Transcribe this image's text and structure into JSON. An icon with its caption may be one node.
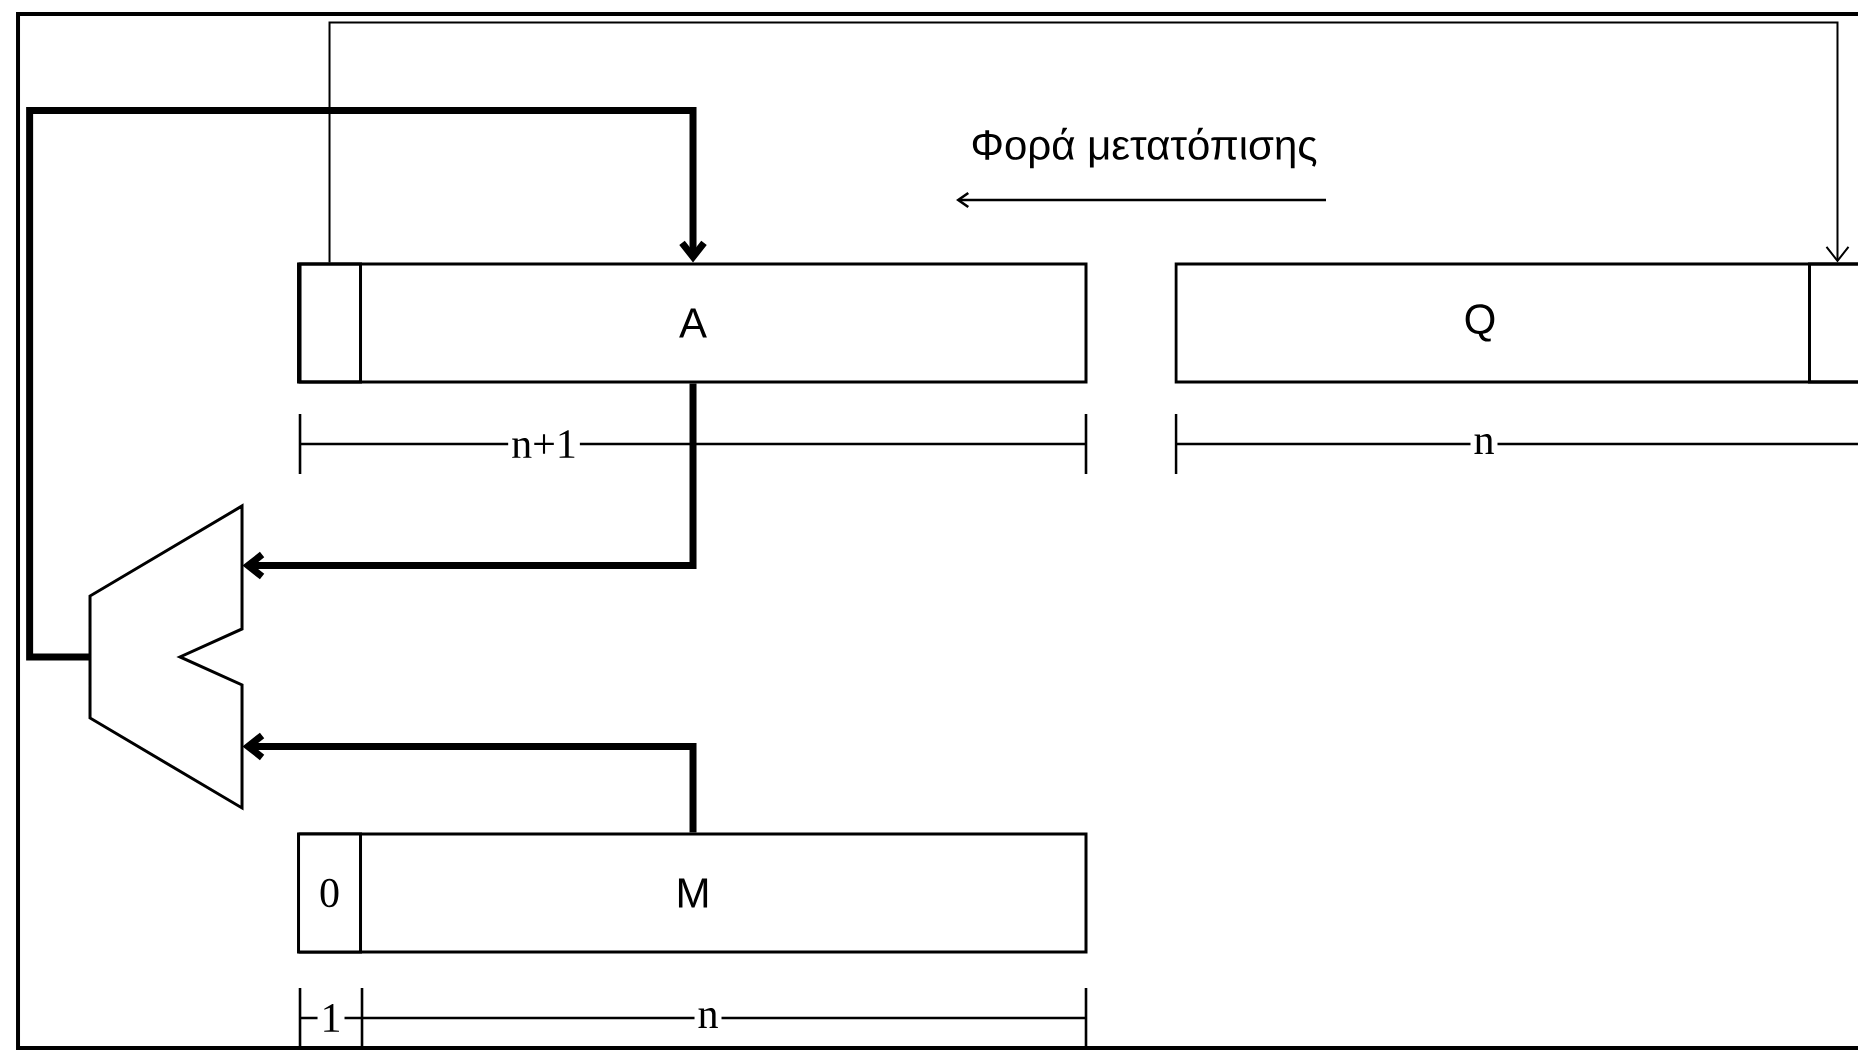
{
  "diagram": {
    "nodes": [
      {
        "text": [
          "A"
        ]
      },
      {
        "text": [],
        "shape": "box",
        "in": 0
      },
      {
        "text": [
          "Q"
        ]
      },
      {
        "text": [],
        "shape": "box",
        "in": 2
      },
      {
        "text": [],
        "shape": "trapezoid"
      },
      {
        "text": [
          "M"
        ]
      },
      {
        "text": [
          "0"
        ],
        "in": 5
      }
    ],
    "edges": [
      {
        "from": 1,
        "to": 3,
        "arrow": "to"
      },
      {
        "from": 4,
        "to": 0,
        "arrow": "to"
      },
      {
        "from": 0,
        "to": 4,
        "arrow": "to"
      },
      {
        "from": 5,
        "to": 4,
        "arrow": "to"
      }
    ],
    "labels": [
      "Φορά μετατόπισης",
      "n+1",
      "n",
      "1",
      "n"
    ]
  }
}
